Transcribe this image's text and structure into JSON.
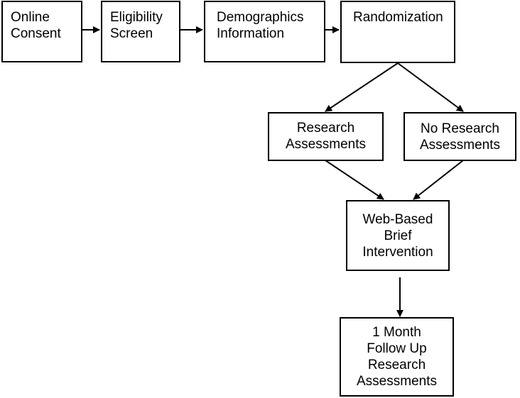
{
  "diagram": {
    "nodes": {
      "online_consent": "Online\nConsent",
      "eligibility_screen": "Eligibility\nScreen",
      "demographics_information": "Demographics\nInformation",
      "randomization": "Randomization",
      "research_assessments": "Research\nAssessments",
      "no_research_assessments": "No Research\nAssessments",
      "web_based_brief_intervention": "Web-Based\nBrief\nIntervention",
      "follow_up_assessments": "1 Month\nFollow Up\nResearch\nAssessments"
    },
    "edges": [
      {
        "from": "online_consent",
        "to": "eligibility_screen"
      },
      {
        "from": "eligibility_screen",
        "to": "demographics_information"
      },
      {
        "from": "demographics_information",
        "to": "randomization"
      },
      {
        "from": "randomization",
        "to": "research_assessments"
      },
      {
        "from": "randomization",
        "to": "no_research_assessments"
      },
      {
        "from": "research_assessments",
        "to": "web_based_brief_intervention"
      },
      {
        "from": "no_research_assessments",
        "to": "web_based_brief_intervention"
      },
      {
        "from": "web_based_brief_intervention",
        "to": "follow_up_assessments"
      }
    ]
  }
}
